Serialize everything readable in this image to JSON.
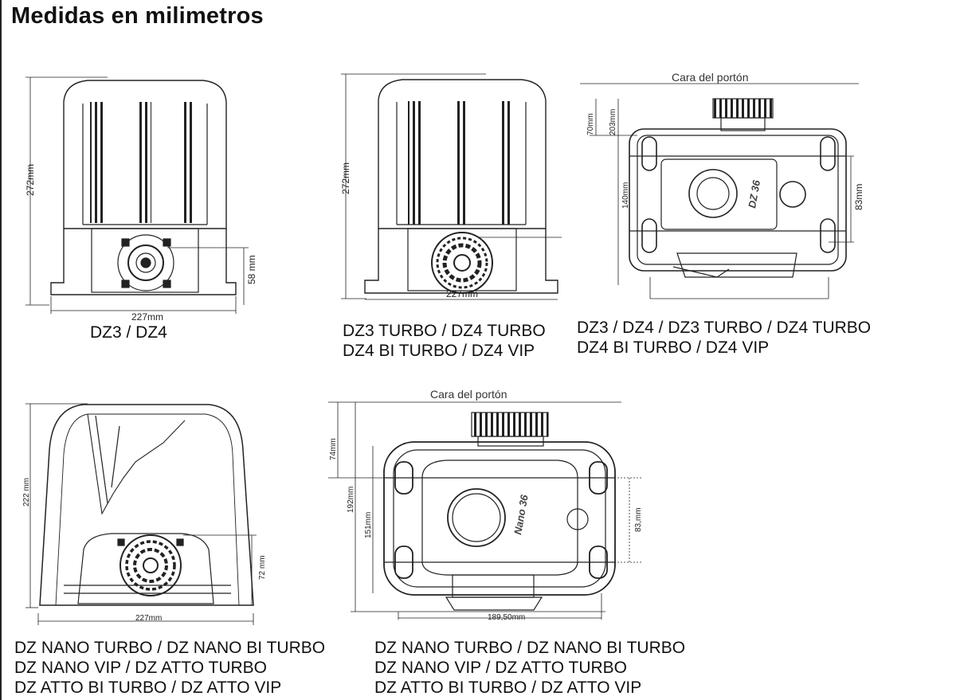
{
  "title": "Medidas en milimetros",
  "panel1": {
    "height_label": "272mm",
    "width_label": "227mm",
    "pinion_label": "58 mm",
    "caption": [
      "DZ3 / DZ4"
    ]
  },
  "panel2": {
    "height_label": "272mm",
    "width_label": "227mm",
    "caption": [
      "DZ3 TURBO / DZ4 TURBO",
      "DZ4 BI TURBO / DZ4 VIP"
    ]
  },
  "panel3": {
    "gate_face": "Cara del portón",
    "dim_70": "70mm",
    "dim_203": "203mm",
    "dim_140": "140mm",
    "dim_83": "83mm",
    "logo": "DZ 36",
    "caption": [
      "DZ3 / DZ4 / DZ3 TURBO / DZ4 TURBO",
      "DZ4 BI TURBO / DZ4 VIP"
    ]
  },
  "panel4": {
    "height_label": "222 mm",
    "pinion_label": "72 mm",
    "width_label": "227mm",
    "caption": [
      "DZ NANO TURBO / DZ NANO BI TURBO",
      "DZ NANO VIP / DZ ATTO TURBO",
      "DZ ATTO BI TURBO / DZ ATTO VIP"
    ]
  },
  "panel5": {
    "gate_face": "Cara del portón",
    "dim_74": "74mm",
    "dim_192": "192mm",
    "dim_151": "151mm",
    "dim_83": "83,mm",
    "dim_189": "189,50mm",
    "logo": "Nano 36",
    "caption": [
      "DZ NANO TURBO / DZ NANO BI TURBO",
      "DZ NANO VIP / DZ ATTO TURBO",
      "DZ ATTO BI TURBO / DZ ATTO VIP"
    ]
  }
}
